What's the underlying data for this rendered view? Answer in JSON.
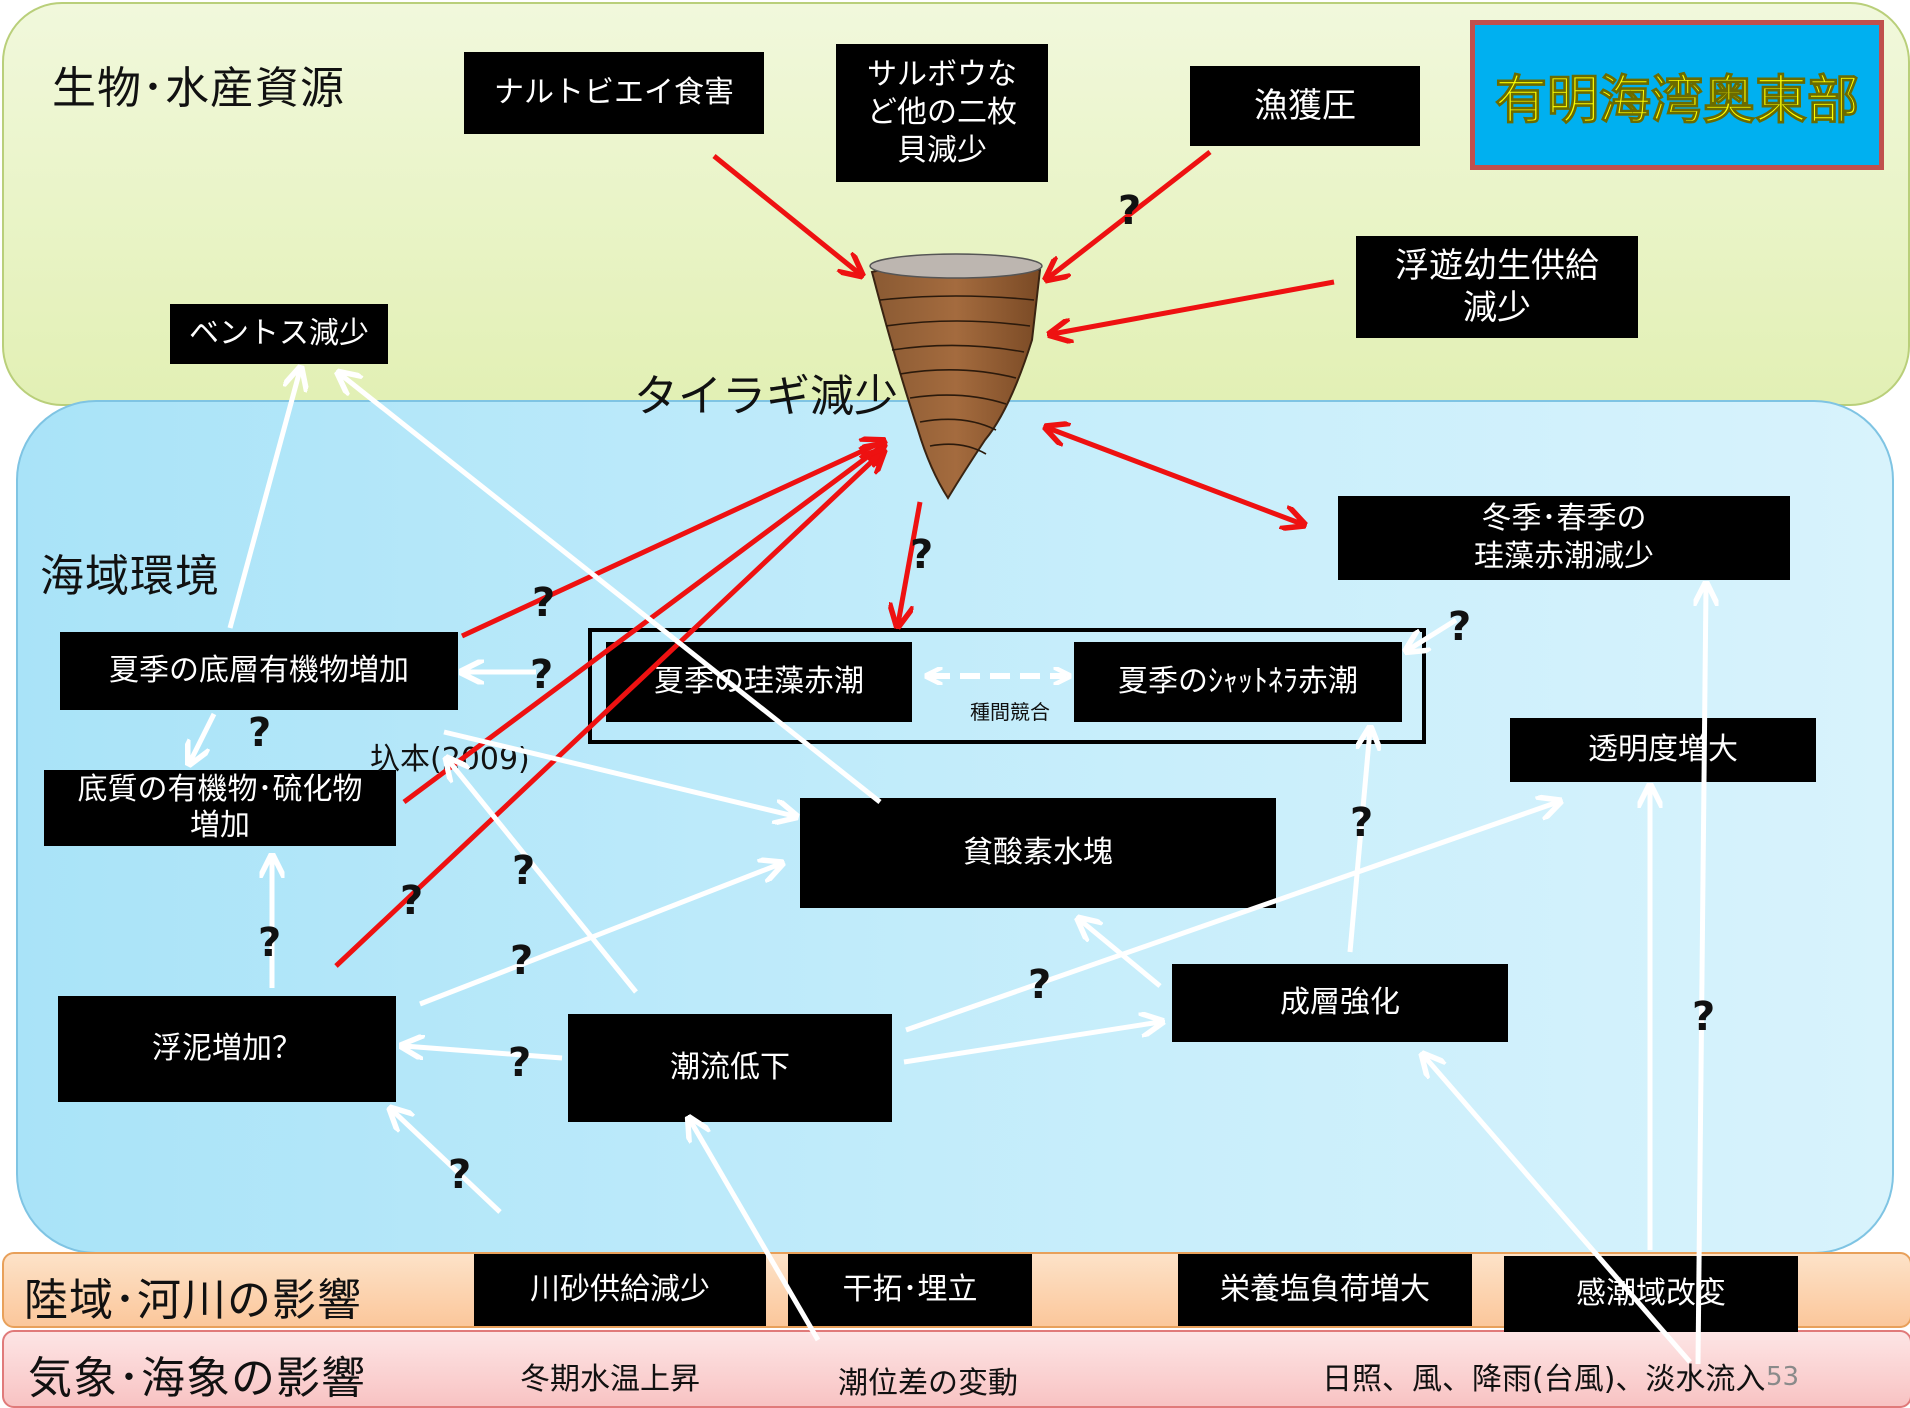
{
  "colors": {
    "causal_arrow": "#ee1111",
    "influence_arrow": "#ffffff",
    "title_bg": "#00b0f0",
    "title_text": "#ffff00",
    "title_border": "#c0504d"
  },
  "title": "有明海湾奥東部",
  "regions": {
    "bio": "生物･水産資源",
    "sea": "海域環境",
    "land": "陸域･河川の影響",
    "weather": "気象･海象の影響"
  },
  "center": {
    "label": "タイラギ減少",
    "icon": "pen-shell-icon"
  },
  "bio_factors": {
    "narutobiei": "ナルトビエイ食害",
    "bivalves": "サルボウな\nど他の二枚\n貝減少",
    "fishing": "漁獲圧",
    "larvae": "浮遊幼生供給\n減少",
    "benthos": "ベントス減少"
  },
  "sea_factors": {
    "winter_diatom": "冬季･春季の\n珪藻赤潮減少",
    "summer_diatom": "夏季の珪藻赤潮",
    "chattonella": "夏季のｼｬｯﾄﾈﾗ赤潮",
    "competition": "種間競合",
    "bottom_organic": "夏季の底層有機物増加",
    "sediment": "底質の有機物･硫化物\n増加",
    "reference": "圦本(2009)",
    "transparency": "透明度増大",
    "hypoxia": "貧酸素水塊",
    "suspended_mud": "浮泥増加？",
    "tidal_current": "潮流低下",
    "stratification": "成層強化"
  },
  "land_factors": {
    "sand": "川砂供給減少",
    "reclamation": "干拓･埋立",
    "nutrient": "栄養塩負荷増大",
    "tidal_area": "感潮域改変"
  },
  "weather_factors": {
    "winter_temp": "冬期水温上昇",
    "tide_range": "潮位差の変動",
    "climate": "日照、風、降雨(台風)、淡水流入"
  },
  "uncertain_mark": "?",
  "page_number": "53"
}
